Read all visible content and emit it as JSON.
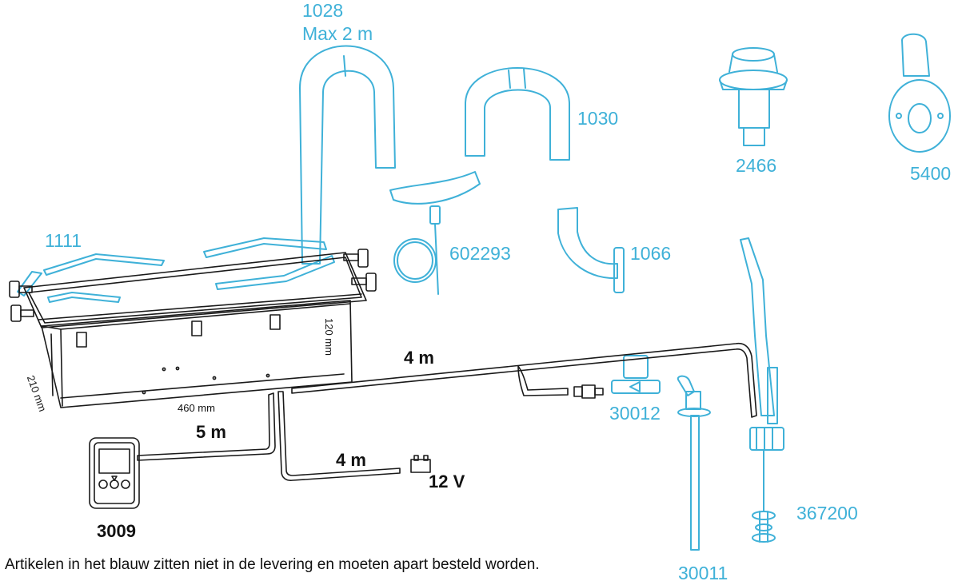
{
  "colors": {
    "optional_parts": "#3fb1d8",
    "included_parts": "#1a1a1a"
  },
  "parts": {
    "p1028": "1028",
    "p1028_note": "Max 2 m",
    "p1030": "1030",
    "p2466": "2466",
    "p5400": "5400",
    "p1111": "1111",
    "p602293": "602293",
    "p1066": "1066",
    "p30012": "30012",
    "p367200": "367200",
    "p30011": "30011",
    "p3009": "3009"
  },
  "cables": {
    "hose_length": "4 m",
    "display_cable": "5 m",
    "power_cable": "4 m",
    "voltage": "12 V"
  },
  "dimensions": {
    "width": "460 mm",
    "height": "120 mm",
    "depth": "210 mm"
  },
  "footnote": "Artikelen in het blauw zitten niet in de levering en moeten apart besteld worden."
}
